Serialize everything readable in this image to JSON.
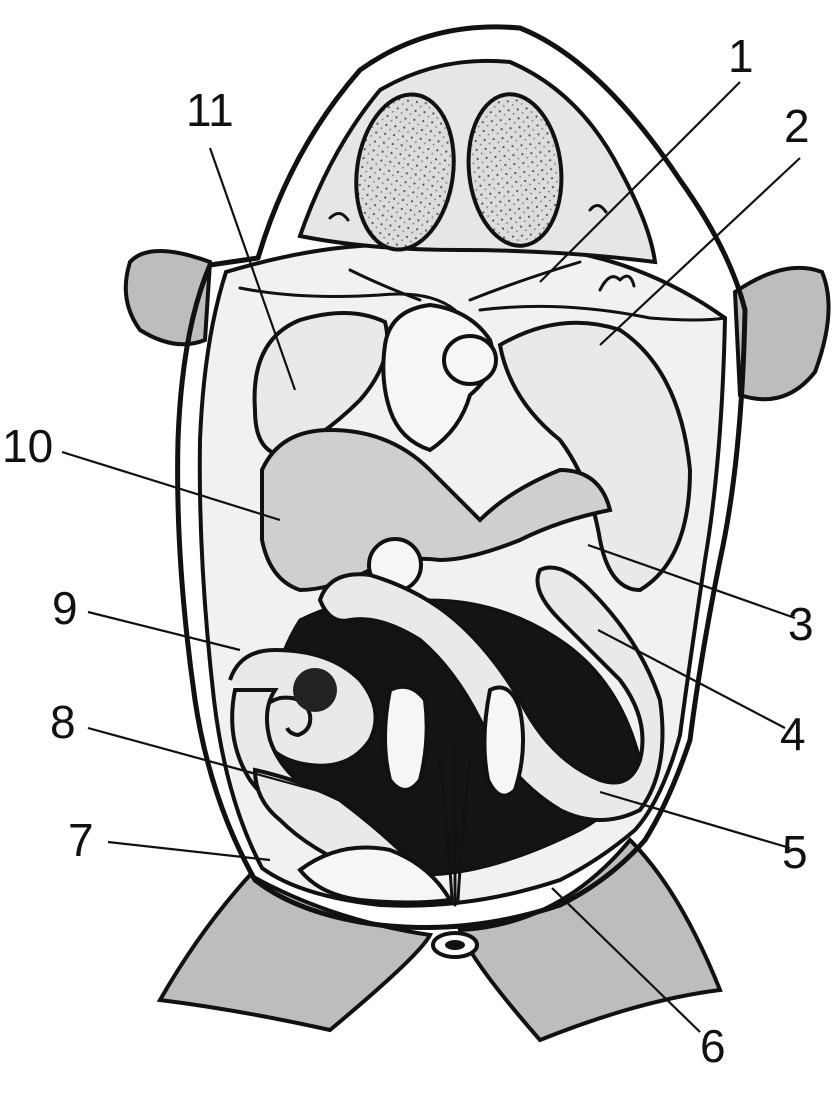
{
  "labels": [
    "1",
    "2",
    "3",
    "4",
    "5",
    "6",
    "7",
    "8",
    "9",
    "10",
    "11"
  ],
  "colors": {
    "ink": "#111111",
    "paper": "#ffffff"
  }
}
